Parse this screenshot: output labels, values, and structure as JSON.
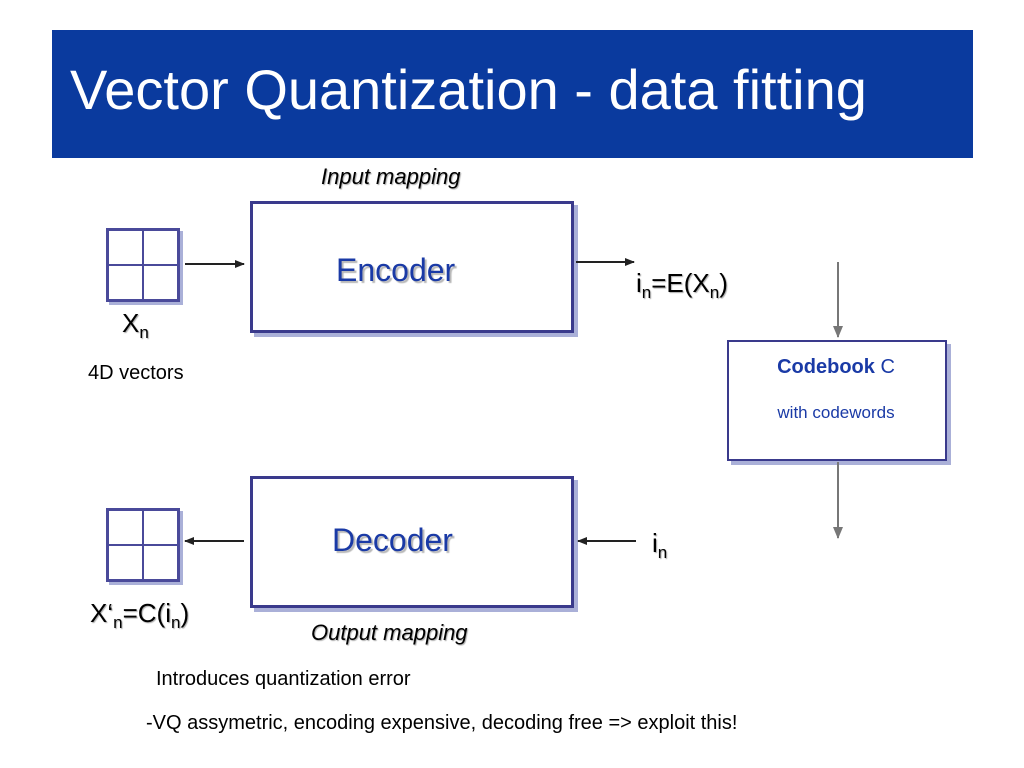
{
  "title": "Vector Quantization - data fitting",
  "input_mapping": "Input mapping",
  "output_mapping": "Output mapping",
  "encoder": "Encoder",
  "decoder": "Decoder",
  "xn": {
    "base": "X",
    "sub": "n"
  },
  "vectors_label": "4D vectors",
  "encode_formula": {
    "i": "i",
    "sub1": "n",
    "mid": "=E(X",
    "sub2": "n",
    "end": ")"
  },
  "index": {
    "i": "i",
    "sub": "n"
  },
  "decode_formula": {
    "pre": "X‘",
    "sub1": "n",
    "mid": "=C(i",
    "sub2": "n",
    "end": ")"
  },
  "codebook": {
    "bold": "Codebook",
    "letter": " C",
    "sub": "with codewords"
  },
  "note1": "Introduces quantization error",
  "note2": "-VQ assymetric, encoding expensive, decoding free => exploit this!",
  "colors": {
    "title_bg": "#0a3a9e",
    "box_text": "#1a3aa6",
    "box_border": "#3a3a8c"
  }
}
